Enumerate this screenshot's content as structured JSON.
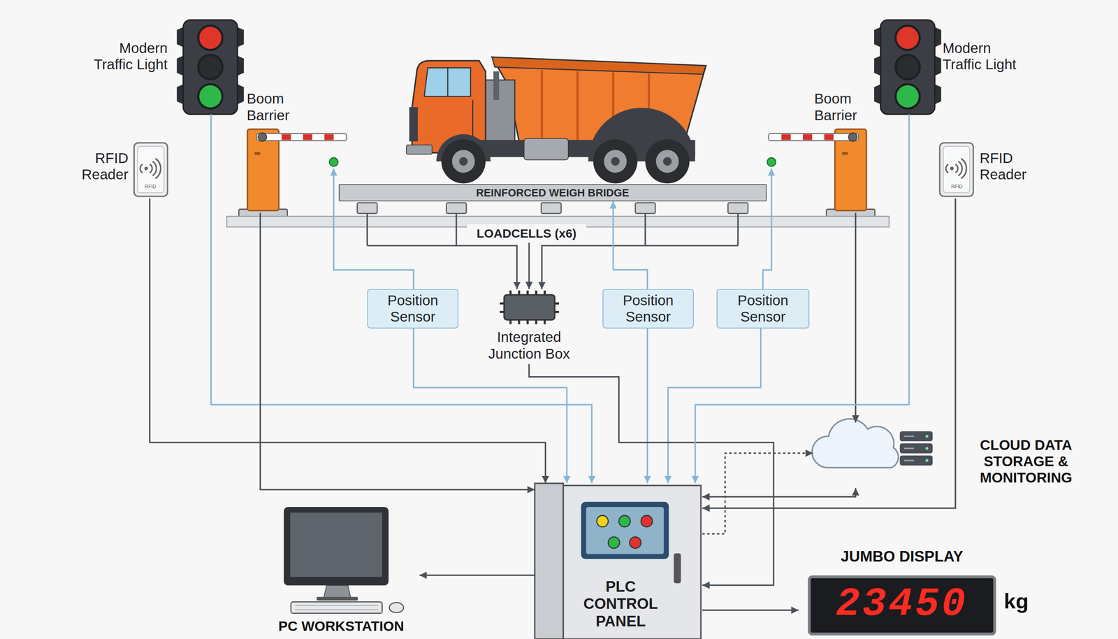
{
  "diagram": {
    "nodes": [
      {
        "text": [
          "Modern Traffic Light"
        ]
      },
      {
        "text": [
          "Modern Traffic Light"
        ]
      },
      {
        "text": [
          "Boom Barrier"
        ]
      },
      {
        "text": [
          "Boom Barrier"
        ]
      },
      {
        "text": [
          "RFID Reader"
        ]
      },
      {
        "text": [
          "RFID Reader"
        ]
      },
      {
        "text": [
          "REINFORCED WEIGH BRIDGE"
        ]
      },
      {
        "text": [
          "LOADCELLS (x6)"
        ]
      },
      {
        "text": [
          "Position Sensor"
        ]
      },
      {
        "text": [
          "Integrated Junction Box"
        ]
      },
      {
        "text": [
          "Position Sensor"
        ]
      },
      {
        "text": [
          "Position Sensor"
        ]
      },
      {
        "text": [
          "CLOUD DATA STORAGE & MONITORING"
        ]
      },
      {
        "text": [
          "PLC CONTROL PANEL"
        ]
      },
      {
        "text": [
          "PC WORKSTATION"
        ]
      },
      {
        "text": [
          "JUMBO DISPLAY",
          "23450"
        ]
      }
    ],
    "edges": [
      {
        "from": 4,
        "to": 13,
        "arrow": "to"
      },
      {
        "from": 0,
        "to": 13,
        "arrow": "to"
      },
      {
        "from": 2,
        "to": 13,
        "arrow": "to"
      },
      {
        "from": 7,
        "to": 9,
        "arrow": "to"
      },
      {
        "from": 8,
        "to": 13,
        "arrow": "to"
      },
      {
        "from": 10,
        "to": 6,
        "arrow": "to"
      },
      {
        "from": 10,
        "to": 13,
        "arrow": "to"
      },
      {
        "from": 11,
        "to": 13,
        "arrow": "to"
      },
      {
        "from": 9,
        "to": 13,
        "arrow": "to"
      },
      {
        "from": 3,
        "to": 12,
        "arrow": "to"
      },
      {
        "from": 1,
        "to": 13,
        "arrow": "to"
      },
      {
        "from": 5,
        "to": 13,
        "arrow": "to"
      },
      {
        "from": 12,
        "to": 13,
        "arrow": "both"
      },
      {
        "from": 13,
        "to": 12,
        "arrow": "to"
      },
      {
        "from": 13,
        "to": 14,
        "arrow": "to"
      },
      {
        "from": 13,
        "to": 15,
        "arrow": "to"
      }
    ],
    "labels": [
      "RFID",
      "RFID",
      "kg"
    ]
  }
}
